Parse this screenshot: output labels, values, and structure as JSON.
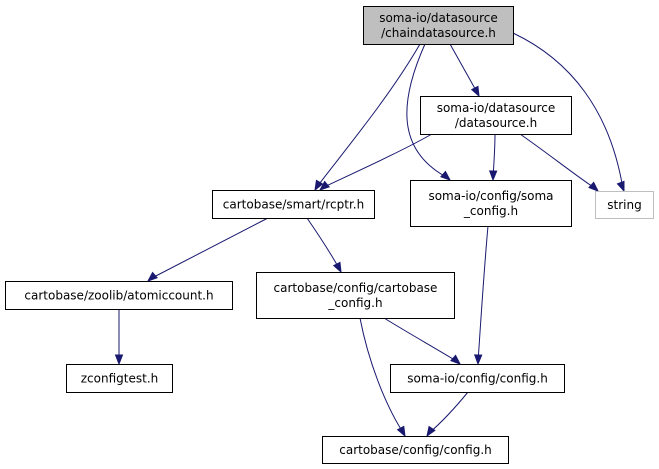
{
  "nodes": {
    "chaindatasource": {
      "lines": [
        "soma-io/datasource",
        "/chaindatasource.h"
      ]
    },
    "datasource": {
      "lines": [
        "soma-io/datasource",
        "/datasource.h"
      ]
    },
    "rcptr": {
      "lines": [
        "cartobase/smart/rcptr.h"
      ]
    },
    "soma_config": {
      "lines": [
        "soma-io/config/soma",
        "_config.h"
      ]
    },
    "string": {
      "lines": [
        "string"
      ]
    },
    "atomiccount": {
      "lines": [
        "cartobase/zoolib/atomiccount.h"
      ]
    },
    "cartobase_config": {
      "lines": [
        "cartobase/config/cartobase",
        "_config.h"
      ]
    },
    "zconfigtest": {
      "lines": [
        "zconfigtest.h"
      ]
    },
    "somaio_config": {
      "lines": [
        "soma-io/config/config.h"
      ]
    },
    "cartobase_configh": {
      "lines": [
        "cartobase/config/config.h"
      ]
    }
  },
  "edges": [
    {
      "from": "chaindatasource",
      "to": "datasource"
    },
    {
      "from": "chaindatasource",
      "to": "rcptr"
    },
    {
      "from": "chaindatasource",
      "to": "soma_config"
    },
    {
      "from": "chaindatasource",
      "to": "string"
    },
    {
      "from": "datasource",
      "to": "rcptr"
    },
    {
      "from": "datasource",
      "to": "soma_config"
    },
    {
      "from": "datasource",
      "to": "string"
    },
    {
      "from": "rcptr",
      "to": "atomiccount"
    },
    {
      "from": "rcptr",
      "to": "cartobase_config"
    },
    {
      "from": "atomiccount",
      "to": "zconfigtest"
    },
    {
      "from": "cartobase_config",
      "to": "somaio_config"
    },
    {
      "from": "cartobase_config",
      "to": "cartobase_configh"
    },
    {
      "from": "soma_config",
      "to": "somaio_config"
    },
    {
      "from": "somaio_config",
      "to": "cartobase_configh"
    }
  ]
}
